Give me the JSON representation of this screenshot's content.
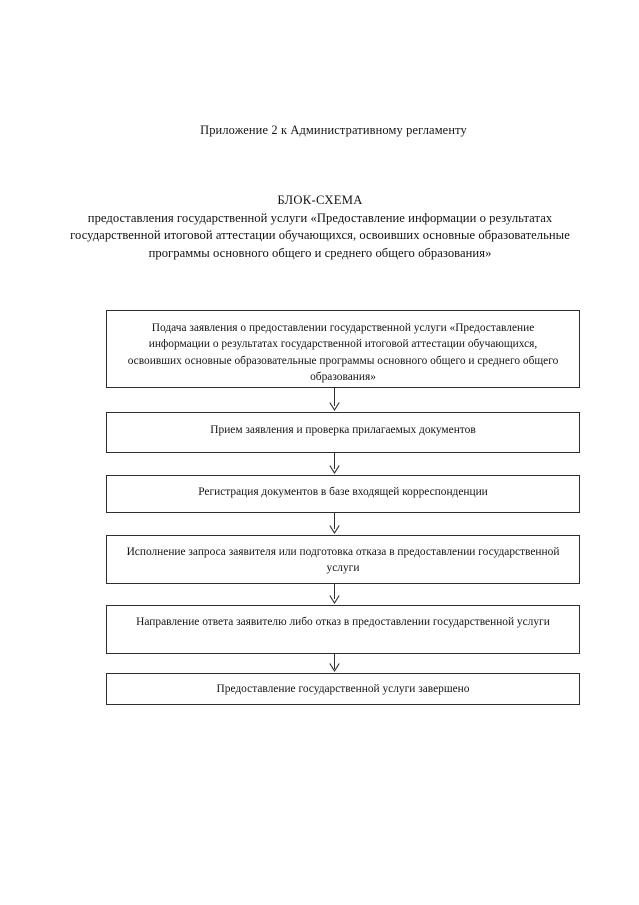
{
  "document": {
    "header": "Приложение 2 к Административному регламенту",
    "title_main": "БЛОК-СХЕМА",
    "title_sub": "предоставления государственной услуги «Предоставление информации о результатах государственной итоговой аттестации обучающихся, освоивших основные образовательные программы основного общего и среднего общего образования»"
  },
  "colors": {
    "page_background": "#ffffff",
    "text": "#141414",
    "box_border": "#2e2e2e",
    "connector": "#2e2e2e"
  },
  "chart_data": {
    "type": "diagram",
    "title": "БЛОК-СХЕМА предоставления государственной услуги",
    "orientation": "vertical",
    "node_count": 6,
    "connector_count": 5,
    "nodes": [
      {
        "id": 1,
        "label": "Подача заявления о предоставлении государственной услуги «Предоставление информации о результатах государственной итоговой аттестации обучающихся, освоивших основные образовательные программы основного общего и среднего общего образования»"
      },
      {
        "id": 2,
        "label": "Прием заявления и проверка прилагаемых документов"
      },
      {
        "id": 3,
        "label": "Регистрация документов в базе входящей корреспонденции"
      },
      {
        "id": 4,
        "label": "Исполнение запроса заявителя или подготовка отказа в предоставлении государственной услуги"
      },
      {
        "id": 5,
        "label": "Направление ответа заявителю либо отказ в предоставлении государственной услуги"
      },
      {
        "id": 6,
        "label": "Предоставление государственной услуги завершено"
      }
    ],
    "edges": [
      {
        "from": 1,
        "to": 2,
        "style": "arrow-down"
      },
      {
        "from": 2,
        "to": 3,
        "style": "arrow-down"
      },
      {
        "from": 3,
        "to": 4,
        "style": "arrow-down"
      },
      {
        "from": 4,
        "to": 5,
        "style": "arrow-down"
      },
      {
        "from": 5,
        "to": 6,
        "style": "arrow-down"
      }
    ]
  }
}
